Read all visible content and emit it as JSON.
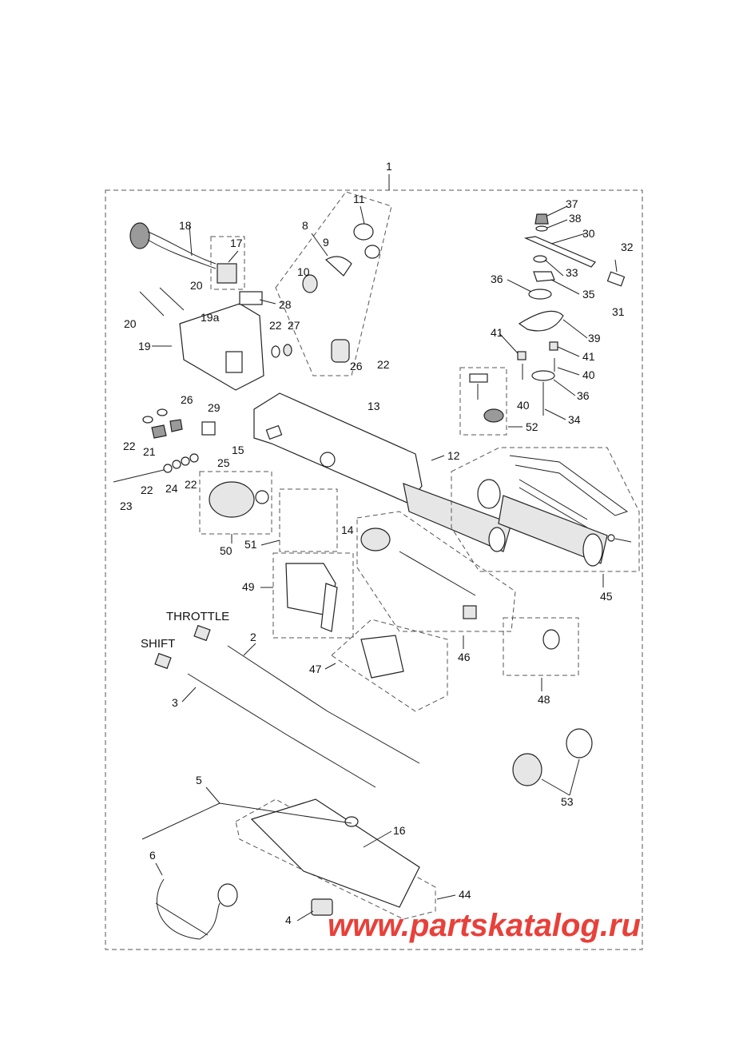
{
  "callouts": {
    "n1": "1",
    "n2": "2",
    "n3": "3",
    "n4": "4",
    "n5": "5",
    "n6": "6",
    "n8": "8",
    "n9": "9",
    "n10": "10",
    "n11": "11",
    "n12": "12",
    "n13": "13",
    "n14": "14",
    "n15": "15",
    "n16": "16",
    "n17": "17",
    "n18": "18",
    "n19": "19",
    "n19a": "19a",
    "n20a": "20",
    "n20b": "20",
    "n21": "21",
    "n22a": "22",
    "n22b": "22",
    "n22c": "22",
    "n22d": "22",
    "n22e": "22",
    "n23": "23",
    "n24": "24",
    "n25": "25",
    "n26a": "26",
    "n26b": "26",
    "n27": "27",
    "n28": "28",
    "n29": "29",
    "n30": "30",
    "n31": "31",
    "n32": "32",
    "n33": "33",
    "n34": "34",
    "n35": "35",
    "n36a": "36",
    "n36b": "36",
    "n37": "37",
    "n38": "38",
    "n39": "39",
    "n40a": "40",
    "n40b": "40",
    "n41a": "41",
    "n41b": "41",
    "n44": "44",
    "n45": "45",
    "n46": "46",
    "n47": "47",
    "n48": "48",
    "n49": "49",
    "n50": "50",
    "n51": "51",
    "n52": "52",
    "n53": "53"
  },
  "captions": {
    "throttle": "THROTTLE",
    "shift": "SHIFT"
  },
  "watermark": "www.partskatalog.ru",
  "colors": {
    "line": "#222222",
    "watermark": "#e8403a"
  }
}
